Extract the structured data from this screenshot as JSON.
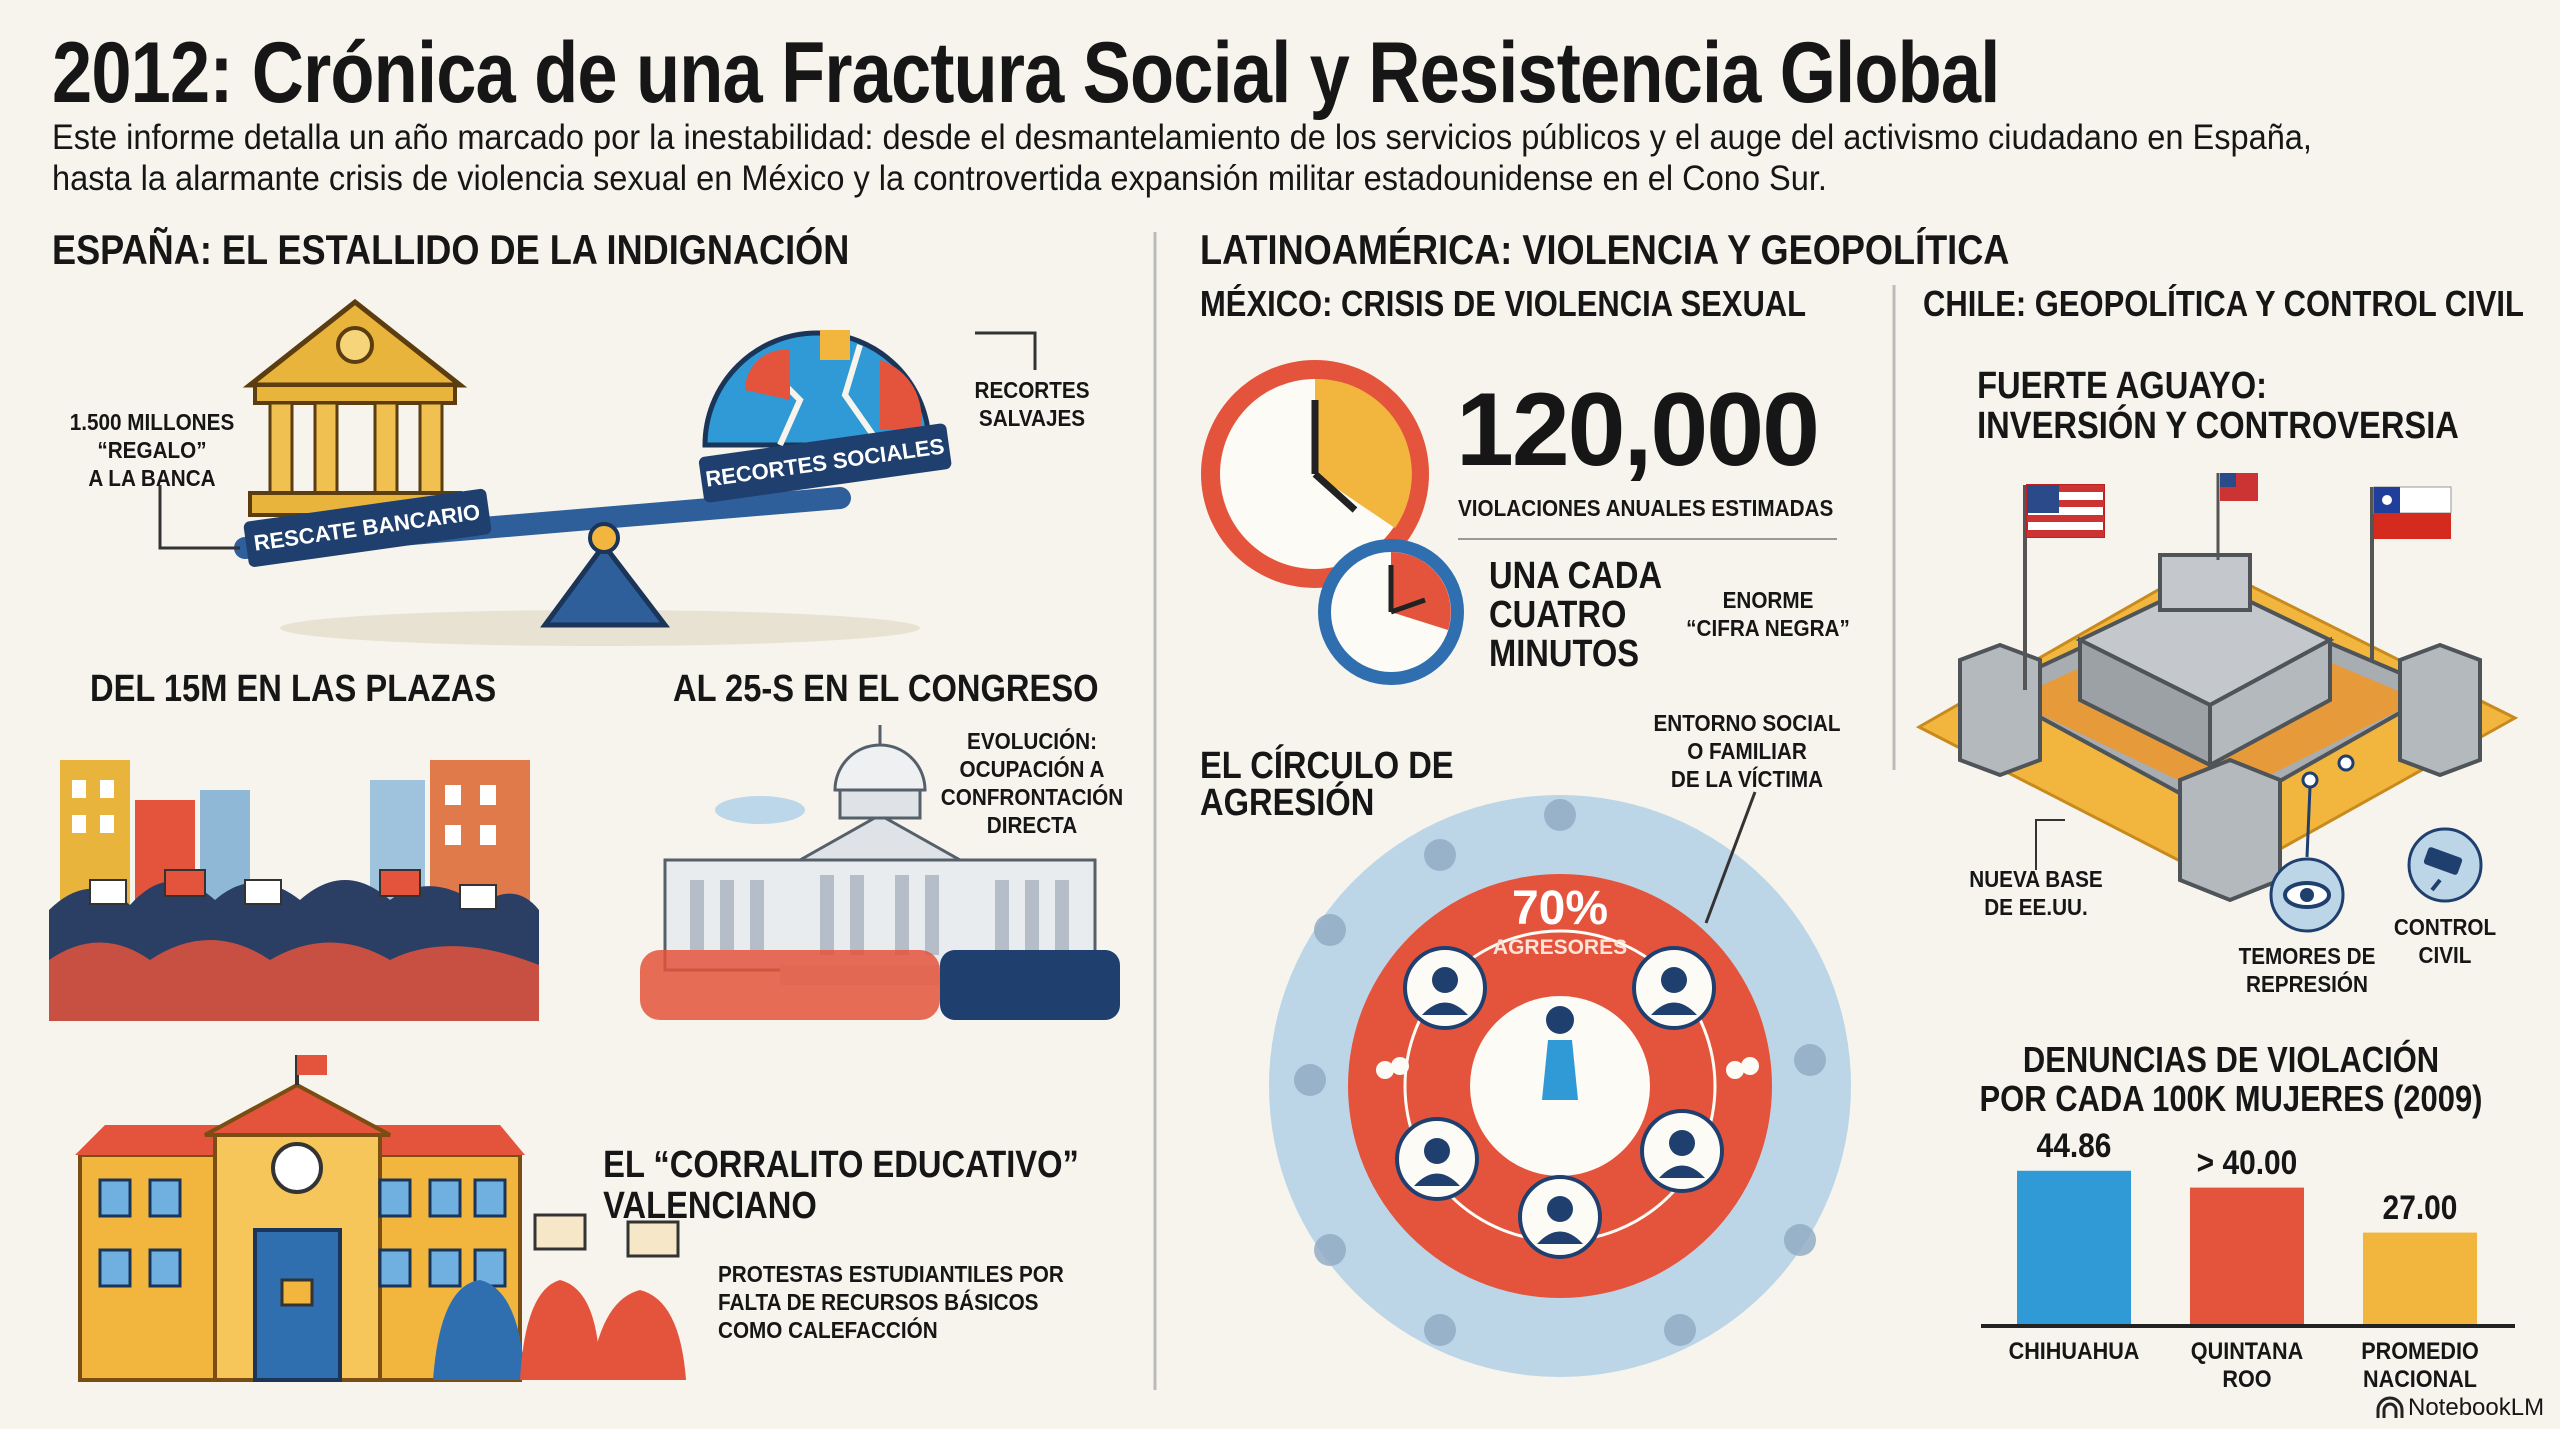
{
  "header": {
    "title": "2012: Crónica de una Fractura Social y Resistencia Global",
    "subtitle_lines": [
      "Este informe detalla un año marcado por la inestabilidad: desde el desmantelamiento de los servicios públicos y el auge del activismo ciudadano en España,",
      "hasta la alarmante crisis de violencia sexual en México y la controvertida expansión militar estadounidense en el Cono Sur."
    ]
  },
  "spain": {
    "heading": "ESPAÑA: EL ESTALLIDO DE LA INDIGNACIÓN",
    "bank_label": [
      "1.500 MILLONES",
      "“REGALO”",
      "A LA BANCA"
    ],
    "bank_banner": "RESCATE BANCARIO",
    "cuts_banner": "RECORTES SOCIALES",
    "cuts_label": [
      "RECORTES",
      "SALVAJES"
    ],
    "plazas_heading": "DEL 15M EN LAS PLAZAS",
    "congreso_heading": "AL 25-S EN EL CONGRESO",
    "evolution_label": [
      "EVOLUCIÓN:",
      "OCUPACIÓN A",
      "CONFRONTACIÓN",
      "DIRECTA"
    ],
    "corralito_heading": [
      "EL “CORRALITO EDUCATIVO”",
      "VALENCIANO"
    ],
    "corralito_text": [
      "PROTESTAS ESTUDIANTILES POR",
      "FALTA DE RECURSOS BÁSICOS",
      "COMO CALEFACCIÓN"
    ]
  },
  "latam": {
    "heading": "LATINOAMÉRICA: VIOLENCIA Y GEOPOLÍTICA",
    "mexico": {
      "heading": "MÉXICO: CRISIS DE VIOLENCIA SEXUAL",
      "big_number": "120,000",
      "big_number_label": "VIOLACIONES ANUALES ESTIMADAS",
      "frequency": [
        "UNA CADA",
        "CUATRO",
        "MINUTOS"
      ],
      "dark_figure": [
        "ENORME",
        "“CIFRA NEGRA”"
      ],
      "circle_heading": [
        "EL CÍRCULO DE",
        "AGRESIÓN"
      ],
      "circle_note": [
        "ENTORNO SOCIAL",
        "O FAMILIAR",
        "DE LA VÍCTIMA"
      ],
      "aggressor_pct": "70%",
      "aggressor_label": "AGRESORES"
    },
    "chile": {
      "heading": "CHILE: GEOPOLÍTICA Y CONTROL CIVIL",
      "fort_title": [
        "FUERTE AGUAYO:",
        "INVERSIÓN Y CONTROVERSIA"
      ],
      "base_label": [
        "NUEVA BASE",
        "DE EE.UU."
      ],
      "fear_label": [
        "TEMORES DE",
        "REPRESIÓN"
      ],
      "control_label": [
        "CONTROL",
        "CIVIL"
      ]
    }
  },
  "chart_data": {
    "type": "bar",
    "title": "DENUNCIAS DE VIOLACIÓN POR CADA 100K MUJERES (2009)",
    "title_lines": [
      "DENUNCIAS DE VIOLACIÓN",
      "POR CADA 100K MUJERES (2009)"
    ],
    "categories": [
      [
        "CHIHUAHUA"
      ],
      [
        "QUINTANA",
        "ROO"
      ],
      [
        "PROMEDIO",
        "NACIONAL"
      ]
    ],
    "values": [
      44.86,
      40.0,
      27.0
    ],
    "value_labels": [
      "44.86",
      "> 40.00",
      "27.00"
    ],
    "colors": [
      "#2f9ad6",
      "#e4543c",
      "#f2b63f"
    ],
    "ylim": [
      0,
      50
    ],
    "grid": false
  },
  "branding": "NotebookLM",
  "colors": {
    "background": "#f6f4ec",
    "red": "#e4543c",
    "blue": "#2f9ad6",
    "yellow": "#f2b63f",
    "navy": "#1f3f6e"
  }
}
